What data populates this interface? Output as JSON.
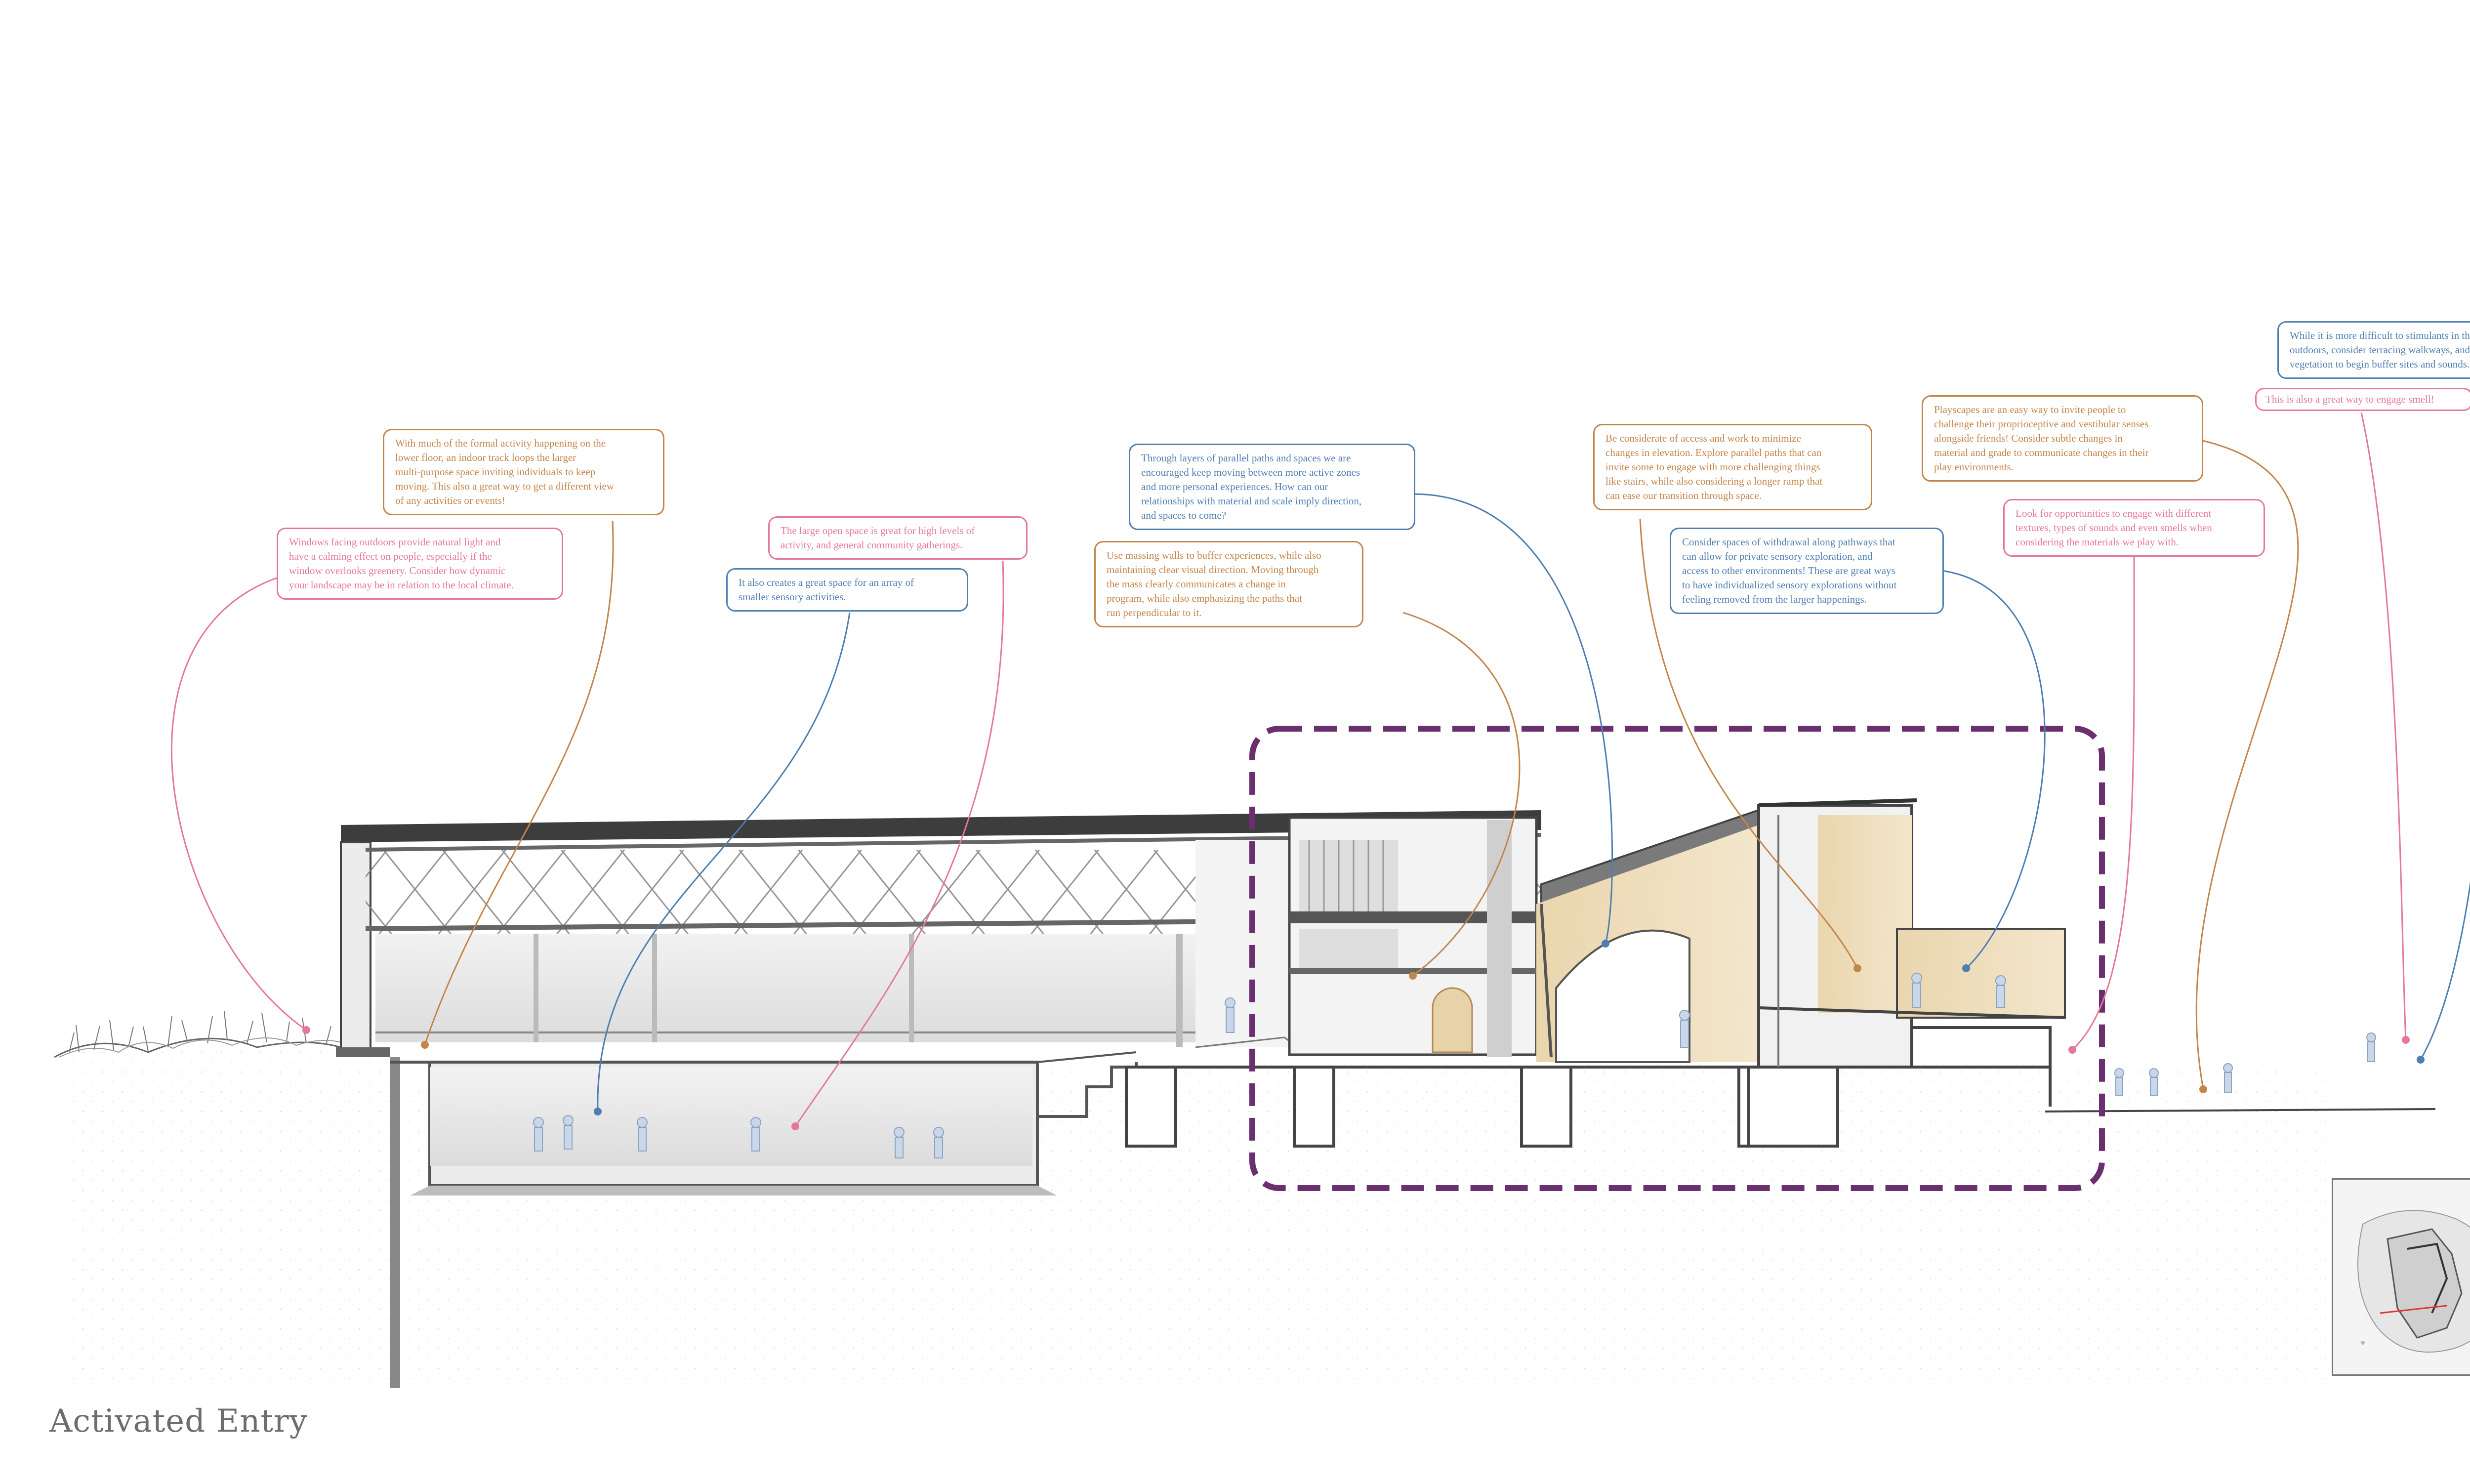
{
  "title": "Activated Entry",
  "colors": {
    "orange": "#c3854a",
    "blue": "#4f7fb1",
    "pink": "#e5789a",
    "highlight": "#6a2f6e",
    "structure": "#555555",
    "wood": "#e8d2a8"
  },
  "notes": [
    {
      "id": "formal-activity",
      "color": "orange",
      "text": "With much of the formal activity happening on the\nlower floor, an indoor track loops the larger\nmulti-purpose space inviting individuals to keep\nmoving. This also a great way to get a different view\nof any activities or events!"
    },
    {
      "id": "windows",
      "color": "pink",
      "text": " Windows facing outdoors provide natural light and\nhave a calming effect on people, especially if the\nwindow overlooks greenery. Consider how dynamic\nyour landscape may be in relation to the local climate."
    },
    {
      "id": "open-space",
      "color": "pink",
      "text": "The large open space is great for high levels of\nactivity, and general community gatherings."
    },
    {
      "id": "sensory-activities",
      "color": "blue",
      "text": "It also creates a great space for an array of\nsmaller sensory activities."
    },
    {
      "id": "parallel-paths",
      "color": "blue",
      "text": "Through layers of parallel paths and spaces we are\nencouraged keep moving between more active zones\nand more personal experiences. How can our\nrelationships with material and scale imply direction,\nand spaces to come?"
    },
    {
      "id": "massing-walls",
      "color": "orange",
      "text": "Use massing walls to buffer experiences, while also\nmaintaining clear visual direction. Moving through\nthe mass clearly communicates a change in\nprogram, while also emphasizing the paths that\nrun perpendicular to it."
    },
    {
      "id": "access",
      "color": "orange",
      "text": "Be considerate of access and work to minimize\nchanges in elevation. Explore parallel paths that can\ninvite some to engage with more challenging things\nlike stairs, while also considering a longer ramp that\ncan ease our transition through space."
    },
    {
      "id": "withdrawal",
      "color": "blue",
      "text": "Consider spaces of withdrawal along pathways that\ncan allow for private sensory exploration, and\naccess to other environments! These are great ways\nto have individualized sensory explorations without\nfeeling removed from the larger happenings."
    },
    {
      "id": "playscapes",
      "color": "orange",
      "text": "Playscapes are an easy way to invite people to\nchallenge their proprioceptive and vestibular senses\nalongside friends! Consider subtle changes in\nmaterial and grade to communicate changes in their\nplay environments."
    },
    {
      "id": "textures",
      "color": "pink",
      "text": "Look for opportunities to engage with different\ntextures, types of sounds and even smells when\nconsidering the materials we play with."
    },
    {
      "id": "stimulants",
      "color": "blue",
      "text": "While it is more difficult to stimulants in the open\noutdoors, consider terracing walkways, and bushy\nvegetation to begin buffer sites and sounds."
    },
    {
      "id": "smell",
      "color": "pink",
      "text": "This is also a great way to engage smell!"
    }
  ]
}
